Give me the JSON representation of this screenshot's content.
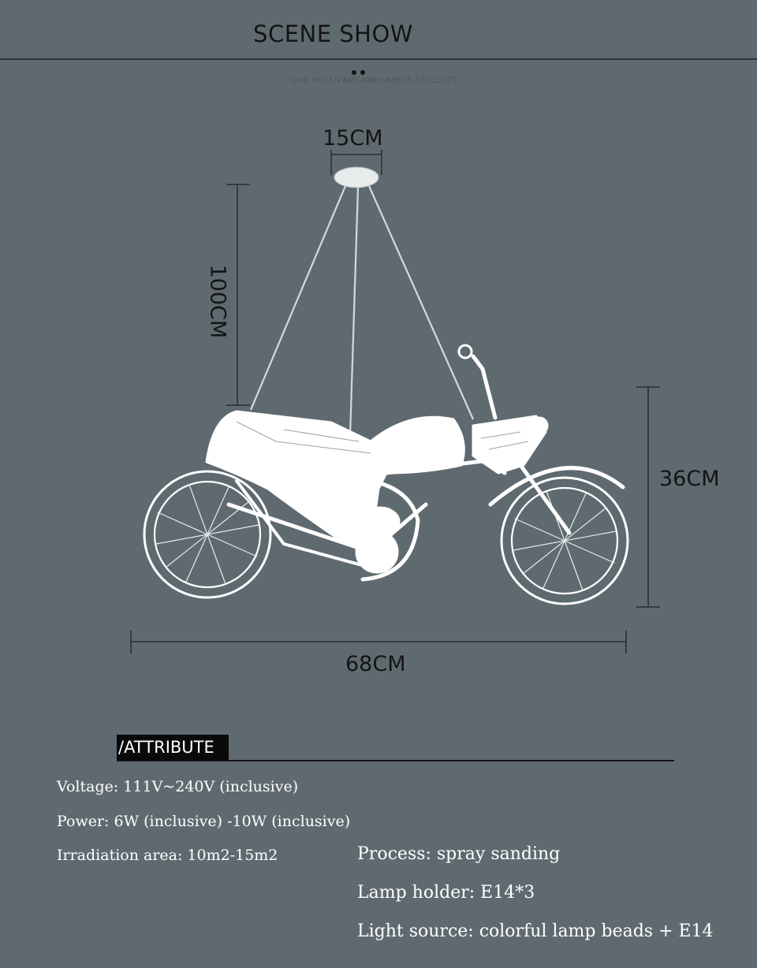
{
  "header": {
    "title": "SCENE SHOW",
    "subtitle": "OUR WO.EN ARE AMDIUMOUS STYLDSTS"
  },
  "dimensions": {
    "canopy_width": "15CM",
    "hang_length": "100CM",
    "height": "36CM",
    "length": "68CM"
  },
  "attribute": {
    "heading": "/ATTRIBUTE",
    "voltage": "Voltage: 111V~240V (inclusive)",
    "power": "Power: 6W (inclusive) -10W (inclusive)",
    "irradiation": "Irradiation area: 10m2-15m2",
    "process": "Process: spray sanding",
    "lamp_holder": "Lamp holder: E14*3",
    "light_source": "Light source: colorful lamp beads + E14"
  },
  "colors": {
    "background": "#5f6a70",
    "dark_text": "#141414",
    "light_text": "#ffffff"
  }
}
